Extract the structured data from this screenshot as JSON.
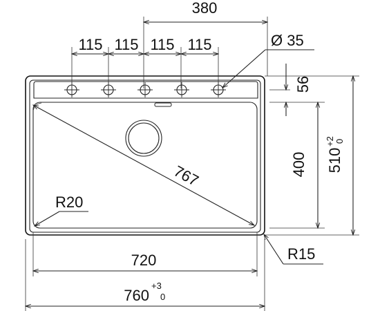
{
  "dimensions": {
    "top_span": "380",
    "hole_spacing": [
      "115",
      "115",
      "115",
      "115"
    ],
    "hole_diameter": "Ø 35",
    "ledge_depth": "56",
    "bowl_depth": "400",
    "overall_depth": "510",
    "overall_depth_tol_upper": "+2",
    "overall_depth_tol_lower": "0",
    "diagonal": "767",
    "inner_radius": "R20",
    "outer_radius": "R15",
    "bowl_width": "720",
    "overall_width": "760",
    "overall_width_tol_upper": "+3",
    "overall_width_tol_lower": "0"
  },
  "tap_holes": 5
}
